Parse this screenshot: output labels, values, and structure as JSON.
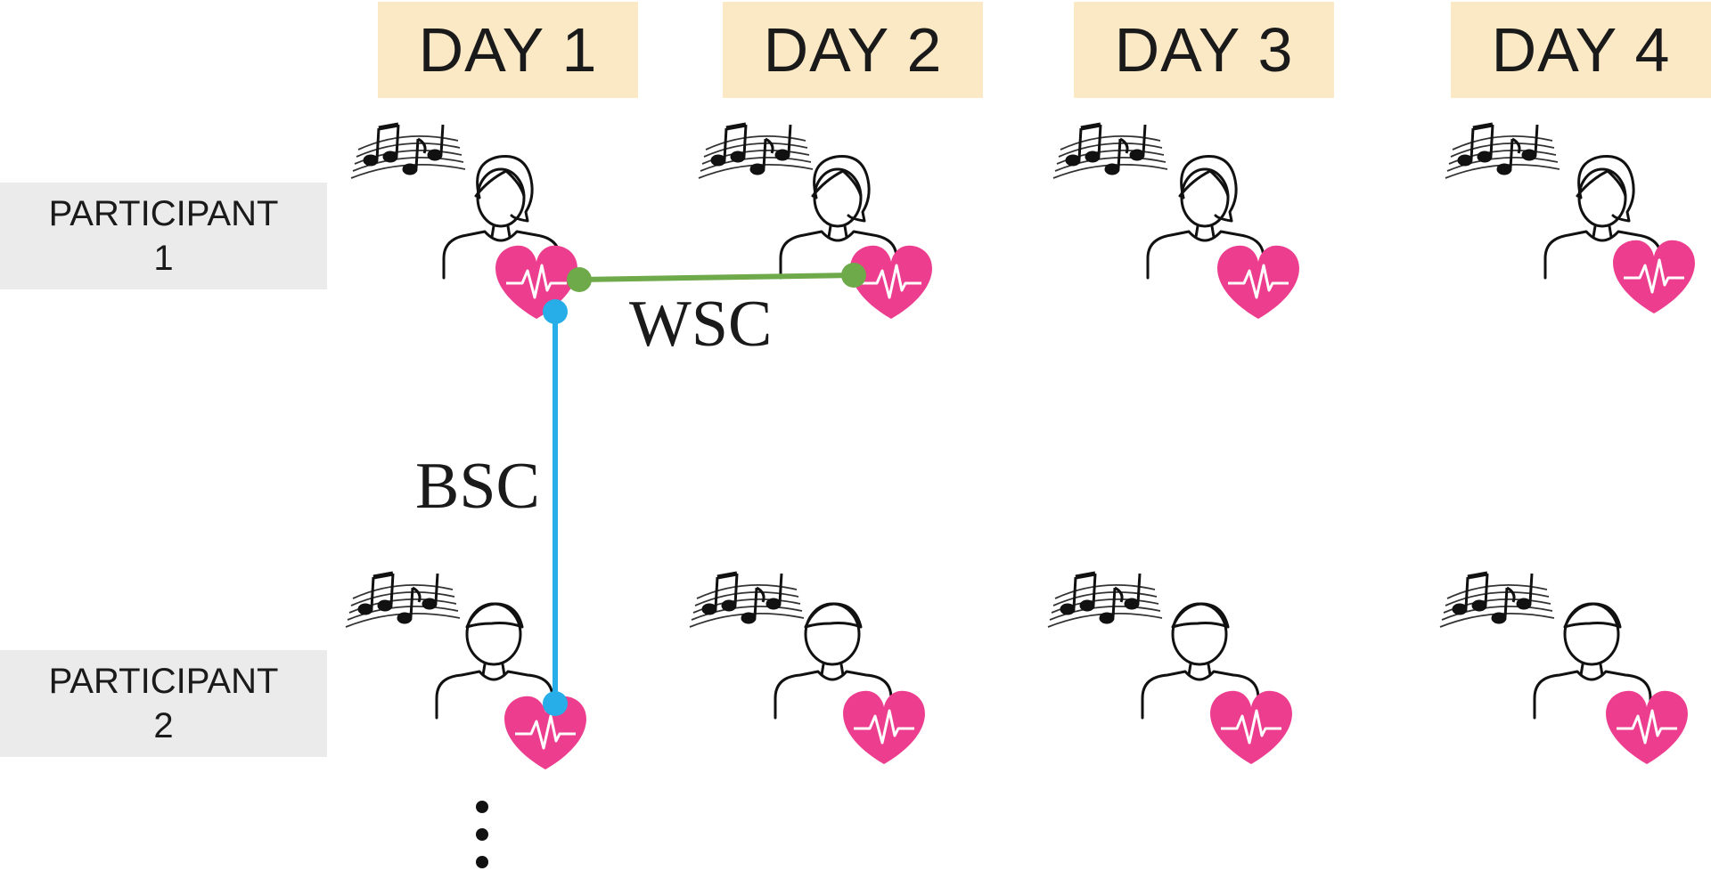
{
  "days": [
    "DAY 1",
    "DAY 2",
    "DAY 3",
    "DAY 4"
  ],
  "participants": [
    {
      "line1": "PARTICIPANT",
      "line2": "1",
      "figure": "female"
    },
    {
      "line1": "PARTICIPANT",
      "line2": "2",
      "figure": "male"
    }
  ],
  "connections": {
    "wsc": {
      "label": "WSC",
      "color": "#6ea94a"
    },
    "bsc": {
      "label": "BSC",
      "color": "#27aee8"
    }
  },
  "colors": {
    "heart": "#ec3d8e",
    "day_header_bg": "#fbe9c6",
    "participant_bg": "#ebebeb"
  },
  "icons": [
    "music-notes-icon",
    "person-icon",
    "heart-rate-icon",
    "ellipsis-icon"
  ]
}
